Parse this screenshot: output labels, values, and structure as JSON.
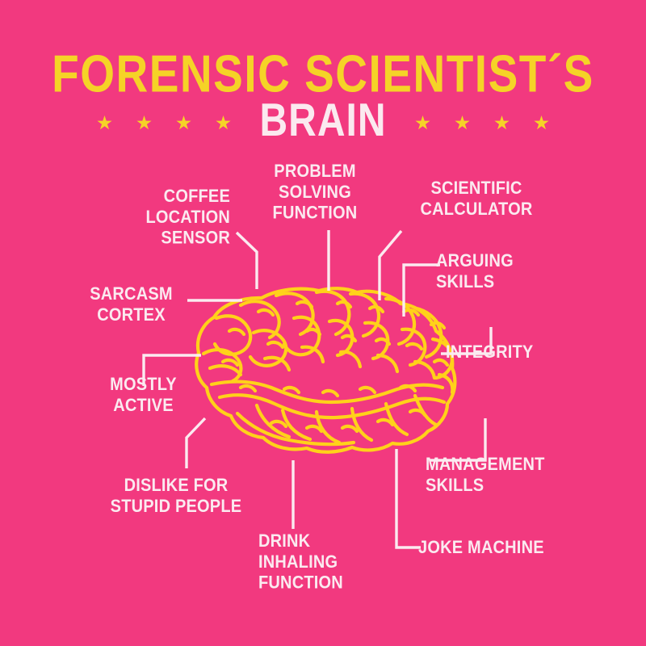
{
  "poster": {
    "title_line1": "FORENSIC SCIENTIST´S",
    "title_line2": "BRAIN",
    "background_color": "#f2397f",
    "title_color": "#f5d327",
    "subtitle_color": "#fbe9ef",
    "label_color": "#fbeaf0",
    "brain_color": "#ffd11a",
    "line_color": "#fbeaf0",
    "star_color": "#f5d327",
    "star_count_left": 4,
    "star_count_right": 4,
    "brain_icon": "brain-illustration-icon"
  },
  "labels": [
    {
      "id": "coffee",
      "text": "COFFEE\nLOCATION\nSENSOR",
      "align": "right",
      "icon": "callout-line-bent-icon"
    },
    {
      "id": "problem",
      "text": "PROBLEM\nSOLVING\nFUNCTION",
      "align": "center",
      "icon": "callout-line-vertical-icon"
    },
    {
      "id": "scientific",
      "text": "SCIENTIFIC\nCALCULATOR",
      "align": "center",
      "icon": "callout-line-bent-icon"
    },
    {
      "id": "arguing",
      "text": "ARGUING\nSKILLS",
      "align": "left",
      "icon": "callout-line-elbow-icon"
    },
    {
      "id": "sarcasm",
      "text": "SARCASM\nCORTEX",
      "align": "center",
      "icon": "callout-line-horizontal-icon"
    },
    {
      "id": "integrity",
      "text": "INTEGRITY",
      "align": "left",
      "icon": "callout-line-elbow-icon"
    },
    {
      "id": "mostly",
      "text": "MOSTLY\nACTIVE",
      "align": "center",
      "icon": "callout-line-elbow-icon"
    },
    {
      "id": "management",
      "text": "MANAGEMENT\nSKILLS",
      "align": "left",
      "icon": "callout-line-elbow-icon"
    },
    {
      "id": "dislike",
      "text": "DISLIKE FOR\nSTUPID PEOPLE",
      "align": "center",
      "icon": "callout-line-bent-icon"
    },
    {
      "id": "joke",
      "text": "JOKE MACHINE",
      "align": "left",
      "icon": "callout-line-elbow-icon"
    },
    {
      "id": "drink",
      "text": "DRINK\nINHALING\nFUNCTION",
      "align": "left",
      "icon": "callout-line-vertical-icon"
    }
  ]
}
